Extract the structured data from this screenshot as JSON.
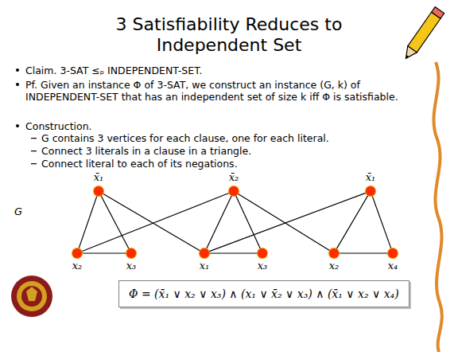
{
  "diagram": {
    "title": "3 Satisfiability Reduces to Independent Set",
    "nodes": [
      {
        "text": [
          "x̄₁"
        ]
      },
      {
        "text": [
          "x̄₂"
        ]
      },
      {
        "text": [
          "x̄₁"
        ]
      },
      {
        "text": [
          "x₂"
        ]
      },
      {
        "text": [
          "x₃"
        ]
      },
      {
        "text": [
          "x₁"
        ]
      },
      {
        "text": [
          "x₃"
        ]
      },
      {
        "text": [
          "x₂"
        ]
      },
      {
        "text": [
          "x₄"
        ]
      },
      {
        "text": [
          "Φ = (x̄₁ ∨ x₂ ∨ x₃) ∧ (x₁ ∨ x̄₂ ∨ x₃) ∧ (x̄₁ ∨ x₂ ∨ x₄)"
        ]
      }
    ],
    "edges": [
      {
        "from": 0,
        "to": 3,
        "arrow": "none"
      },
      {
        "from": 0,
        "to": 4,
        "arrow": "none"
      },
      {
        "from": 3,
        "to": 4,
        "arrow": "none"
      },
      {
        "from": 1,
        "to": 5,
        "arrow": "none"
      },
      {
        "from": 1,
        "to": 6,
        "arrow": "none"
      },
      {
        "from": 5,
        "to": 6,
        "arrow": "none"
      },
      {
        "from": 2,
        "to": 7,
        "arrow": "none"
      },
      {
        "from": 2,
        "to": 8,
        "arrow": "none"
      },
      {
        "from": 7,
        "to": 8,
        "arrow": "none"
      },
      {
        "from": 0,
        "to": 5,
        "arrow": "none"
      },
      {
        "from": 2,
        "to": 5,
        "arrow": "none"
      },
      {
        "from": 1,
        "to": 3,
        "arrow": "none"
      },
      {
        "from": 1,
        "to": 7,
        "arrow": "none"
      }
    ],
    "labels": [
      "Claim. 3-SAT ≤ₚ INDEPENDENT-SET.",
      "Pf. Given an instance Φ of 3-SAT, we construct an instance (G, k) of INDEPENDENT-SET that has an independent set of size k iff Φ is satisfiable.",
      "Construction.",
      "G contains 3 vertices for each clause, one for each literal.",
      "Connect 3 literals in a clause in a triangle.",
      "Connect literal to each of its negations.",
      "G"
    ]
  }
}
